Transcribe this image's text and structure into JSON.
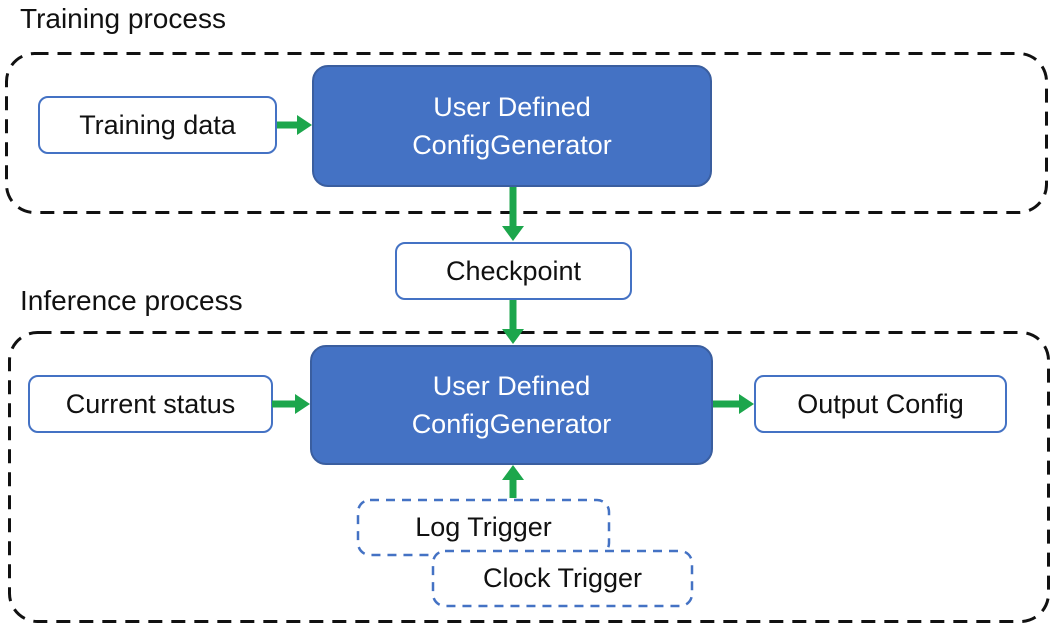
{
  "colors": {
    "node_fill": "#4472C4",
    "node_border": "#3A5E9F",
    "box_border": "#4472C4",
    "trigger_border": "#4472C4",
    "container_border": "#111111",
    "arrow_green": "#1CA64C",
    "text_dark": "#111111",
    "text_light": "#FFFFFF"
  },
  "training": {
    "label": "Training process",
    "input": "Training data",
    "generator_line1": "User Defined",
    "generator_line2": "ConfigGenerator"
  },
  "checkpoint": {
    "label": "Checkpoint"
  },
  "inference": {
    "label": "Inference process",
    "input": "Current status",
    "generator_line1": "User Defined",
    "generator_line2": "ConfigGenerator",
    "output": "Output Config",
    "log_trigger": "Log Trigger",
    "clock_trigger": "Clock Trigger"
  }
}
